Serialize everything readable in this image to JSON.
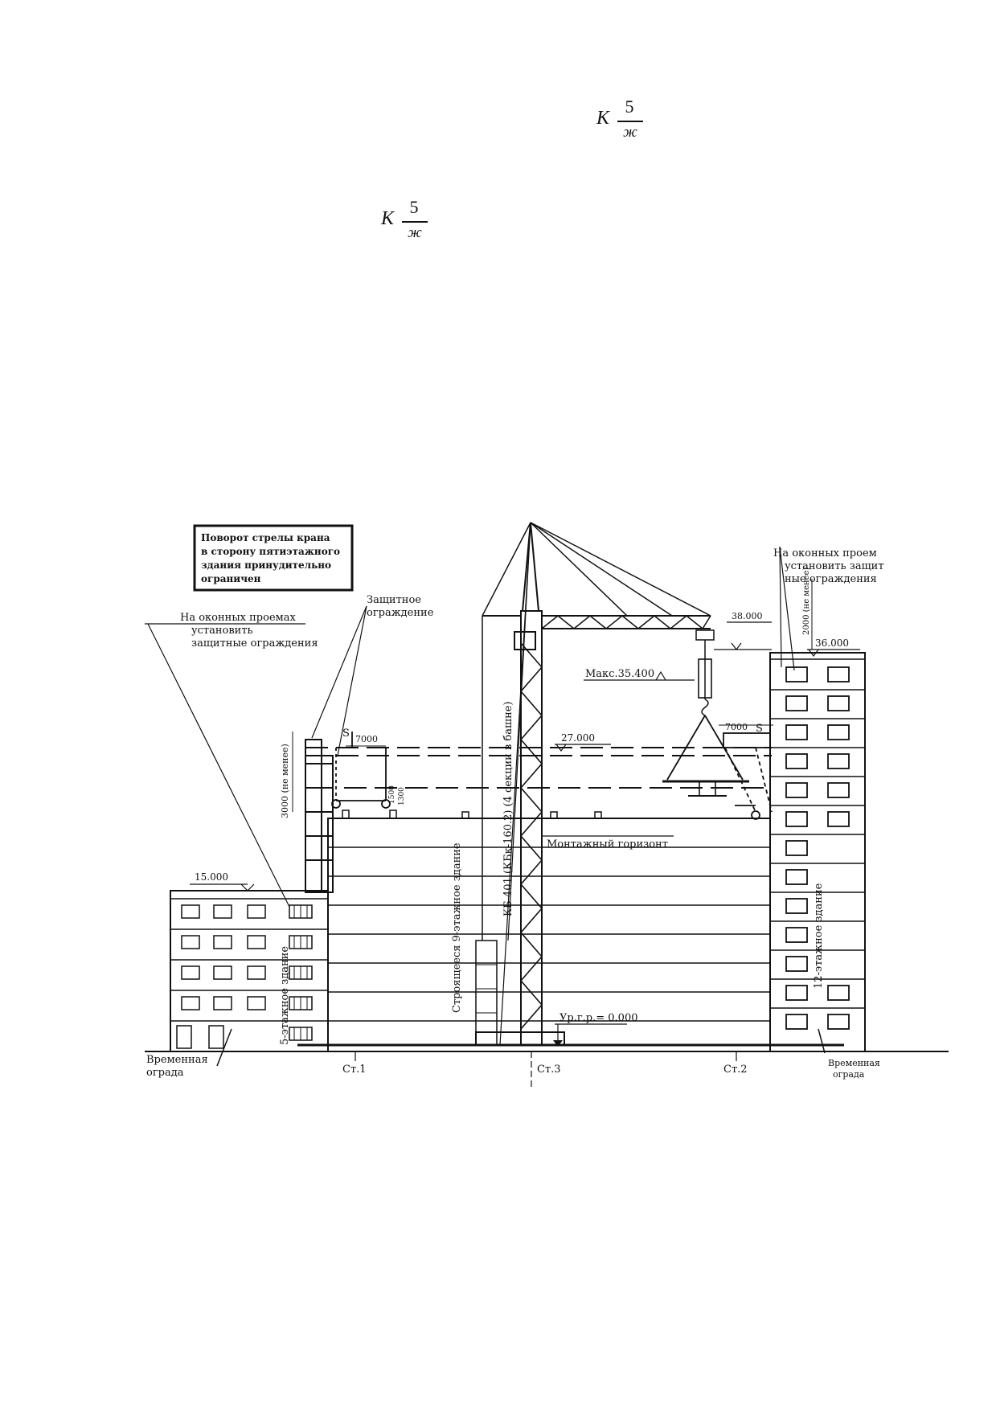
{
  "formula_1": {
    "letter": "K",
    "numerator": "5",
    "denominator": "ж"
  },
  "formula_2": {
    "letter": "K",
    "numerator": "5",
    "denominator": "ж"
  },
  "diagram": {
    "note_box": [
      "Поворот стрелы крана",
      "в сторону пятиэтажного",
      "здания принудительно",
      "ограничен"
    ],
    "callout_left_windows": [
      "На оконных проемах",
      "установить",
      "защитные ограждения"
    ],
    "callout_right_windows": [
      "На оконных проем",
      "установить защит",
      "ные ограждения"
    ],
    "callout_protective": [
      "Защитное",
      "ограждение"
    ],
    "dim_3000_left": "3000 (не менее)",
    "dim_2000_right": "2000 (не менее)",
    "dim_7000_left": "7000",
    "dim_7000_right": "7000",
    "s_marker": "S",
    "level_15": "15.000",
    "level_27": "27.000",
    "level_36": "36.000",
    "level_38": "38.000",
    "max_height": "Макс.35.400",
    "mounting_horizon": "Монтажный горизонт",
    "ground_level": "Ур.г.р.= 0.000",
    "crane_label": "КБ-401 (КБк-160.2) (4 секции в башне)",
    "building_left": "5-этажное здание",
    "building_center": "Строящееся 9-этажное здание",
    "building_right": "12-этажное здание",
    "temp_fence_left": [
      "Временная",
      "ограда"
    ],
    "temp_fence_right": [
      "Временная",
      "ограда"
    ],
    "axis_st1": "Ст.1",
    "axis_st3": "Ст.3",
    "axis_st2": "Ст.2",
    "small_1500": "1500",
    "small_1300": "1300"
  }
}
